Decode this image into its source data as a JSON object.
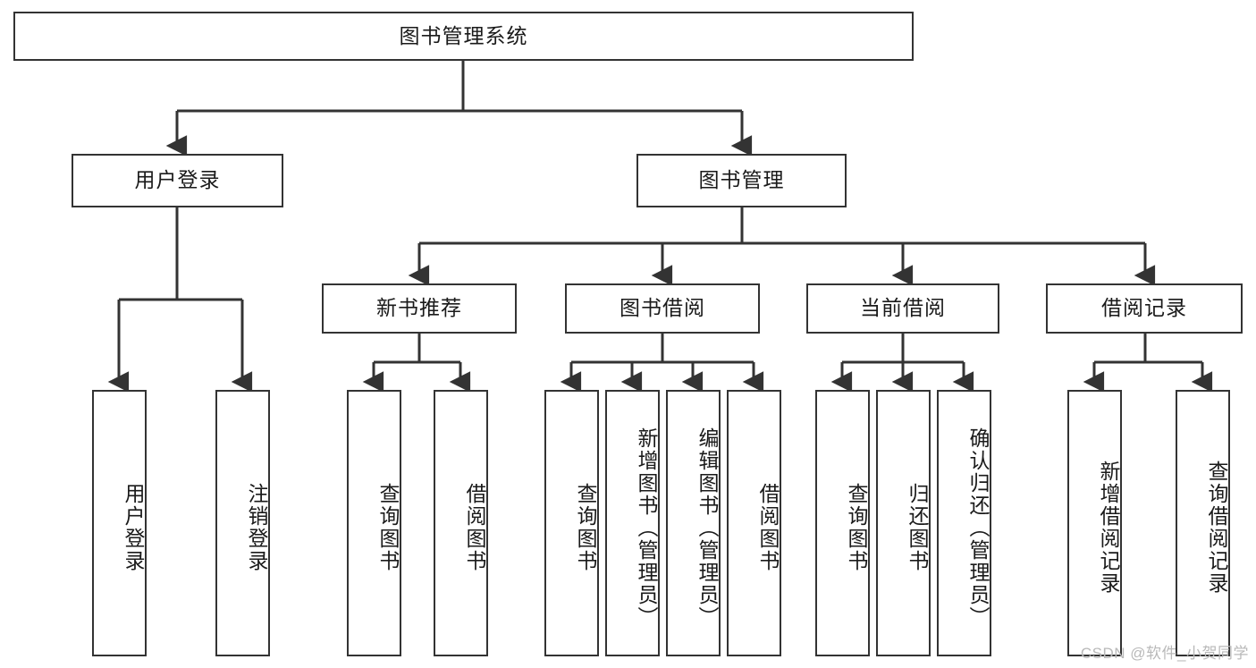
{
  "diagram": {
    "title": "图书管理系统",
    "type": "tree-hierarchy-chart",
    "root": {
      "label": "图书管理系统"
    },
    "level2": [
      {
        "label": "用户登录"
      },
      {
        "label": "图书管理"
      }
    ],
    "level3": [
      {
        "label": "新书推荐"
      },
      {
        "label": "图书借阅"
      },
      {
        "label": "当前借阅"
      },
      {
        "label": "借阅记录"
      }
    ],
    "leaves": {
      "user_login": [
        {
          "label": "用户登录"
        },
        {
          "label": "注销登录"
        }
      ],
      "new_book_recommend": [
        {
          "label": "查询图书"
        },
        {
          "label": "借阅图书"
        }
      ],
      "book_borrow": [
        {
          "label": "查询图书"
        },
        {
          "label": "新增图书（管理员）"
        },
        {
          "label": "编辑图书（管理员）"
        },
        {
          "label": "借阅图书"
        }
      ],
      "current_borrow": [
        {
          "label": "查询图书"
        },
        {
          "label": "归还图书"
        },
        {
          "label": "确认归还（管理员）"
        }
      ],
      "borrow_record": [
        {
          "label": "新增借阅记录"
        },
        {
          "label": "查询借阅记录"
        }
      ]
    }
  },
  "watermark": {
    "text": "CSDN @软件_小贺同学"
  },
  "colors": {
    "border": "#333333",
    "text": "#1a1a1a",
    "background": "#ffffff",
    "watermark": "#b9b9b9"
  }
}
